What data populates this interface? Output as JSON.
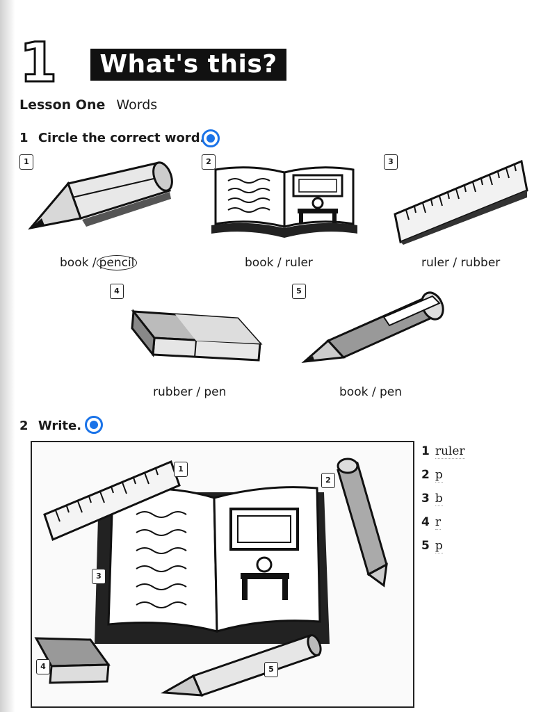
{
  "unit": {
    "number": "1",
    "title": "What's this?"
  },
  "lesson": {
    "name": "Lesson One",
    "topic": "Words"
  },
  "exercise1": {
    "number": "1",
    "instruction": "Circle the correct word.",
    "items": [
      {
        "num": "1",
        "option_a": "book /",
        "option_b": "pencil",
        "icon": "pencil-icon"
      },
      {
        "num": "2",
        "caption": "book / ruler",
        "icon": "book-icon"
      },
      {
        "num": "3",
        "caption": "ruler / rubber",
        "icon": "ruler-icon"
      },
      {
        "num": "4",
        "caption": "rubber / pen",
        "icon": "rubber-icon"
      },
      {
        "num": "5",
        "caption": "book / pen",
        "icon": "pen-icon"
      }
    ]
  },
  "exercise2": {
    "number": "2",
    "instruction": "Write.",
    "labels": [
      "1",
      "2",
      "3",
      "4",
      "5"
    ],
    "answers": [
      {
        "num": "1",
        "text": "ruler"
      },
      {
        "num": "2",
        "text": "p"
      },
      {
        "num": "3",
        "text": "b"
      },
      {
        "num": "4",
        "text": "r"
      },
      {
        "num": "5",
        "text": "p"
      }
    ]
  },
  "colors": {
    "audio": "#1a73e8"
  }
}
